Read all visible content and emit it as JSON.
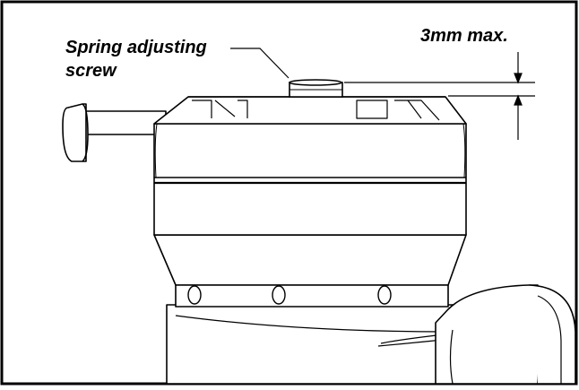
{
  "callouts": {
    "screw_label_line1": "Spring adjusting",
    "screw_label_line2": "screw",
    "gap_label": "3mm max."
  },
  "colors": {
    "stroke": "#000000",
    "frame": "#000000",
    "fill": "#ffffff"
  }
}
